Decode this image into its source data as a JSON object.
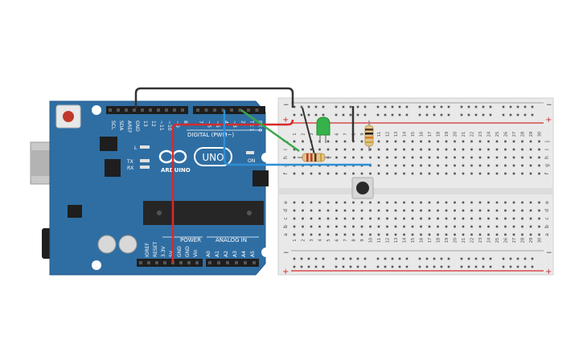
{
  "arduino": {
    "brand_logo": "UNO",
    "brand_name": "ARDUINO",
    "digital_header_label": "DIGITAL (PWM~)",
    "power_header_label": "POWER",
    "analog_header_label": "ANALOG IN",
    "on_led_label": "ON",
    "tx_label": "TX",
    "rx_label": "RX",
    "l_label": "L",
    "top_pin_labels": [
      "SCL",
      "SDA",
      "AREF",
      "GND",
      "13",
      "12",
      "~11",
      "~10",
      "~9",
      "8",
      "7",
      "~6",
      "~5",
      "4",
      "~3",
      "2",
      "TX 1",
      "RX 0"
    ],
    "bottom_pin_labels": [
      "IOREF",
      "RESET",
      "3.3V",
      "5V",
      "GND",
      "GND",
      "Vin",
      "A0",
      "A1",
      "A2",
      "A3",
      "A4",
      "A5"
    ]
  },
  "breadboard": {
    "column_numbers": [
      "1",
      "2",
      "3",
      "4",
      "5",
      "6",
      "7",
      "8",
      "9",
      "10",
      "11",
      "12",
      "13",
      "14",
      "15",
      "16",
      "17",
      "18",
      "19",
      "20",
      "21",
      "22",
      "23",
      "24",
      "25",
      "26",
      "27",
      "28",
      "29",
      "30"
    ],
    "upper_row_letters": [
      "j",
      "i",
      "h",
      "g",
      "f"
    ],
    "lower_row_letters": [
      "e",
      "d",
      "c",
      "b",
      "a"
    ],
    "rail_minus": "−",
    "rail_plus": "+"
  },
  "colors": {
    "board": "#2f6ea3",
    "wire_red": "#d62b2b",
    "wire_black": "#333333",
    "wire_blue": "#2d8fd6",
    "wire_green": "#3aa84a",
    "led_green": "#36b24a"
  }
}
